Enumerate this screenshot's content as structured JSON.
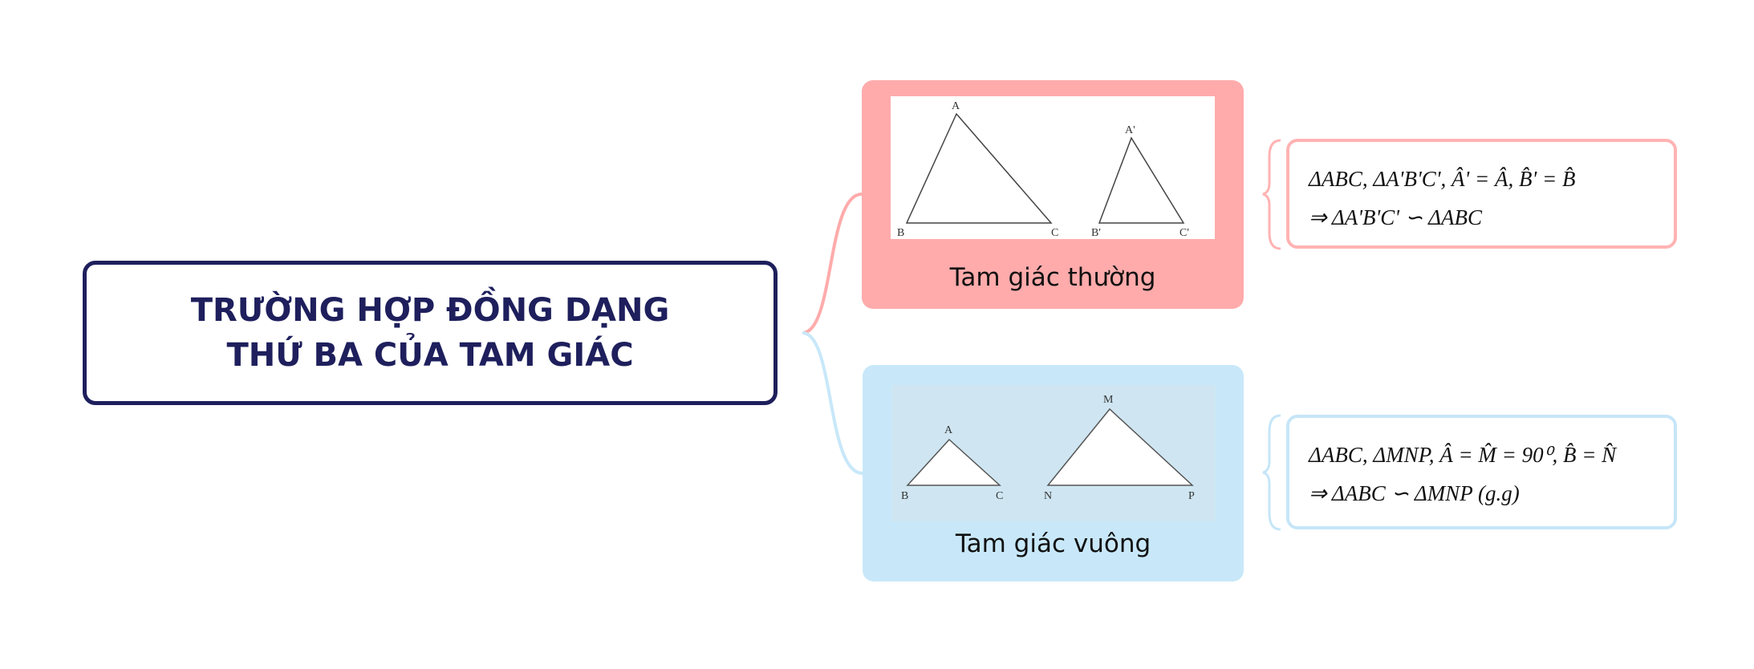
{
  "root": {
    "line1": "TRƯỜNG HỢP ĐỒNG DẠNG",
    "line2": "THỨ BA CỦA TAM GIÁC"
  },
  "branches": [
    {
      "label": "Tam giác thường",
      "color": "#ffabab",
      "vertices": [
        "A",
        "B",
        "C",
        "A'",
        "B'",
        "C'"
      ],
      "formula": [
        "ΔABC, ΔA'B'C', Â' = Â, B̂' = B̂",
        "⇒ ΔA'B'C' ∽ ΔABC"
      ]
    },
    {
      "label": "Tam giác vuông",
      "color": "#c8e8f9",
      "vertices": [
        "A",
        "B",
        "C",
        "M",
        "N",
        "P"
      ],
      "formula": [
        "ΔABC, ΔMNP, Â = M̂ = 90⁰, B̂ = N̂",
        "⇒ ΔABC ∽ ΔMNP (g.g)"
      ]
    }
  ],
  "colors": {
    "root_border": "#1e1f5c",
    "pink": "#ffabab",
    "blue": "#c8e8f9"
  }
}
